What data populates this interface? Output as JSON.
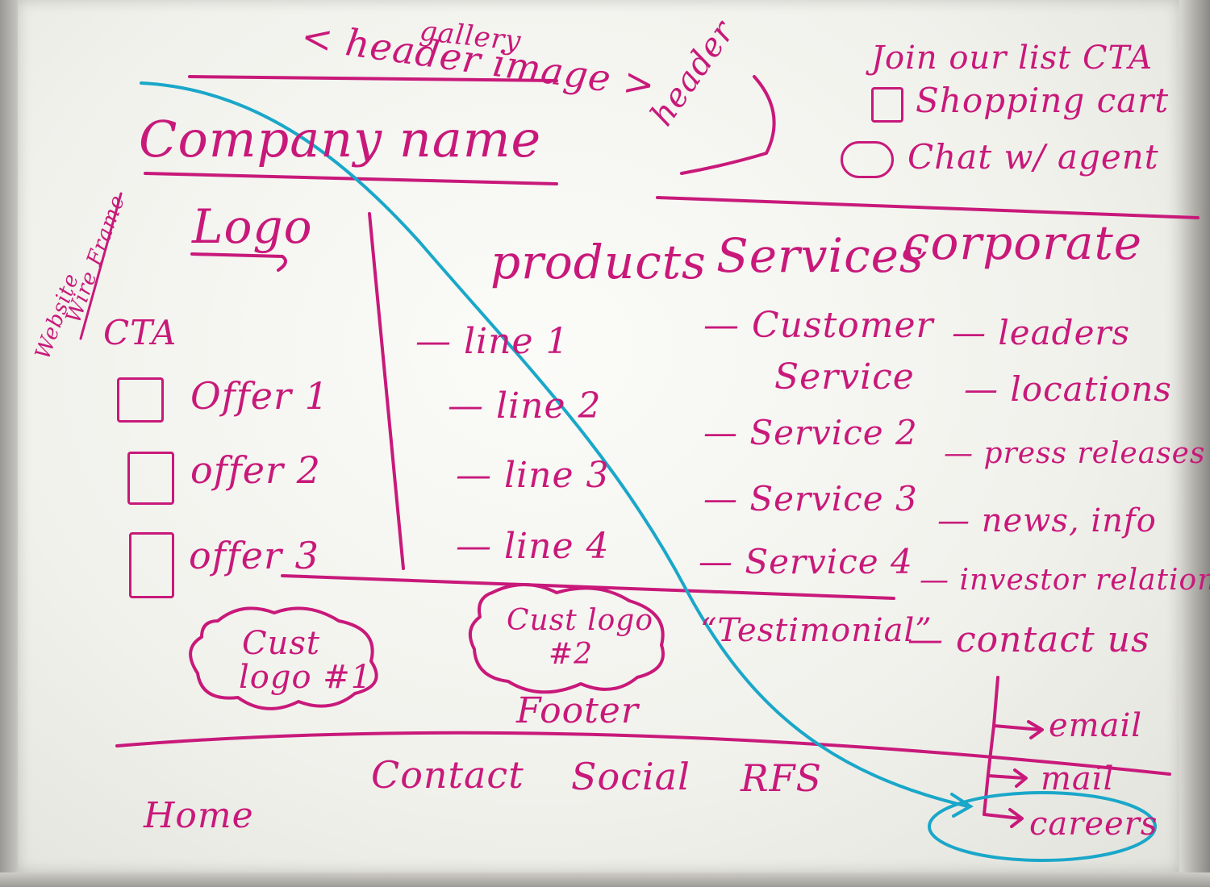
{
  "colors": {
    "ink": "#c8197a",
    "flow": "#1aa7c9"
  },
  "header_block": {
    "gallery": "gallery",
    "header_image": "< header image >",
    "company_name": "Company name",
    "logo": "Logo",
    "header_label": "header",
    "join_cta": "Join our list CTA",
    "shopping_cart": "Shopping cart",
    "chat": "Chat w/ agent"
  },
  "side_note": [
    "Website",
    "Wire Frame"
  ],
  "cta": {
    "title": "CTA",
    "offers": [
      "Offer 1",
      "offer 2",
      "offer 3"
    ]
  },
  "nav": {
    "products": {
      "label": "products",
      "items": [
        "— line 1",
        "— line 2",
        "— line 3",
        "— line 4"
      ]
    },
    "services": {
      "label": "Services",
      "items": [
        "— Customer",
        "Service",
        "— Service 2",
        "— Service 3",
        "— Service 4"
      ]
    },
    "corporate": {
      "label": "corporate",
      "items": [
        "— leaders",
        "— locations",
        "— press releases",
        "— news, info",
        "— investor relations",
        "— contact us"
      ]
    }
  },
  "logos": {
    "cust1": [
      "Cust",
      "logo #1"
    ],
    "cust2": [
      "Cust logo",
      "#2"
    ],
    "testimonial": "“Testimonial”"
  },
  "contact_sub": [
    "email",
    "mail",
    "careers"
  ],
  "footer": {
    "label": "Footer",
    "links": [
      "Home",
      "Contact",
      "Social",
      "RFS"
    ]
  }
}
